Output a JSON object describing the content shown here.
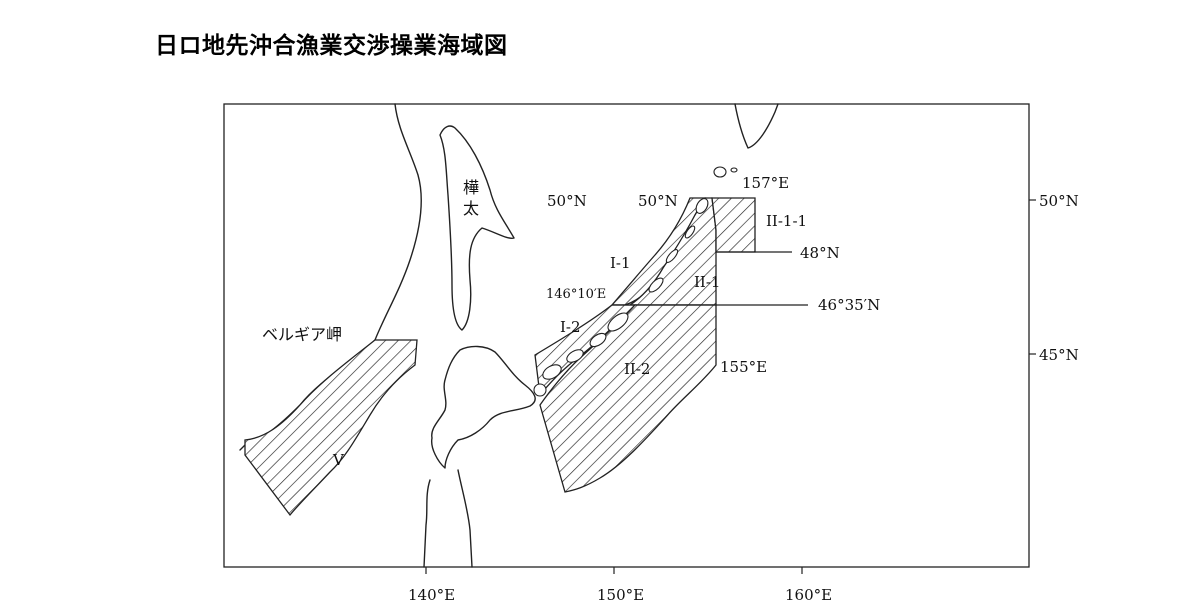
{
  "title": "日ロ地先沖合漁業交渉操業海域図",
  "axes": {
    "x_ticks": [
      "140°E",
      "150°E",
      "160°E"
    ],
    "y_ticks": [
      "50°N",
      "45°N"
    ]
  },
  "places": {
    "sakhalin": "樺太",
    "belgia_cape": "ベルギア岬"
  },
  "lines": {
    "lat_50_left": "50°N",
    "lat_50_mid": "50°N",
    "lon_157": "157°E",
    "lat_48": "48°N",
    "lon_146": "146°10′E",
    "lat_46": "46°35′N",
    "lon_155": "155°E"
  },
  "zones": {
    "z_i1": "I-1",
    "z_i2": "I-2",
    "z_ii1": "II-1",
    "z_ii11": "II-1-1",
    "z_ii2": "II-2",
    "z_v": "V"
  },
  "colors": {
    "ink": "#222222",
    "background": "#ffffff"
  }
}
